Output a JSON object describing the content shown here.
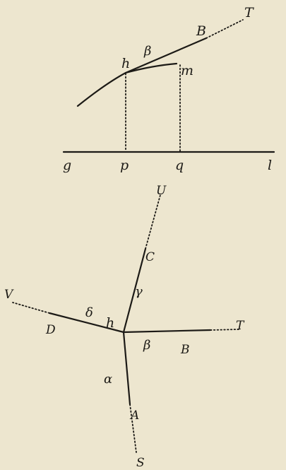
{
  "figure_top": {
    "labels": {
      "T": "T",
      "B": "B",
      "beta": "β",
      "h": "h",
      "m": "m",
      "g": "g",
      "p": "p",
      "q": "q",
      "l": "l"
    }
  },
  "figure_bottom": {
    "labels": {
      "U": "U",
      "C": "C",
      "gamma": "γ",
      "V": "V",
      "D": "D",
      "delta": "δ",
      "h": "h",
      "T": "T",
      "beta": "β",
      "B": "B",
      "alpha": "α",
      "A": "A",
      "S": "S"
    }
  }
}
